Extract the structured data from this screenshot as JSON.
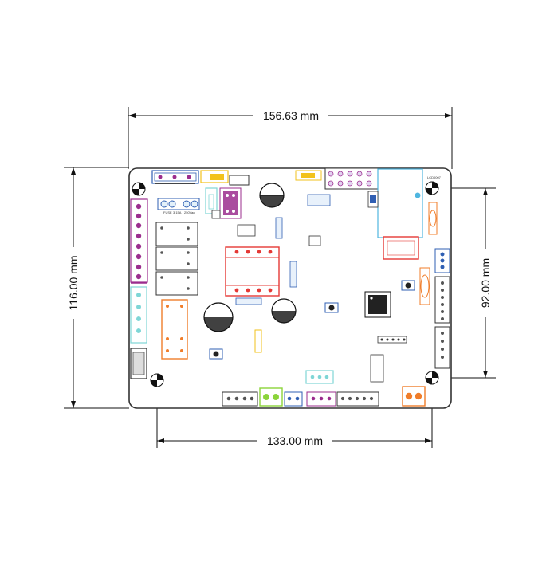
{
  "dimensions": {
    "top_width": "156.63 mm",
    "left_height": "116.00 mm",
    "right_hole_spacing": "92.00 mm",
    "bottom_hole_spacing": "133.00 mm"
  },
  "board_labels": {
    "fuse": "FUSE",
    "fuse_rating": "3.15A",
    "voltage": "250Vac",
    "lcd": "LCD0007"
  },
  "colors": {
    "board_outline": "#333333",
    "dimension_line": "#111111",
    "purple_connector": "#9b2d8e",
    "cyan_connector": "#7fd6d6",
    "orange_relay": "#f07d2a",
    "red_relay": "#e53935",
    "green_terminal": "#8bd43a",
    "yellow": "#f2c21b",
    "blue": "#2f5fb3"
  }
}
